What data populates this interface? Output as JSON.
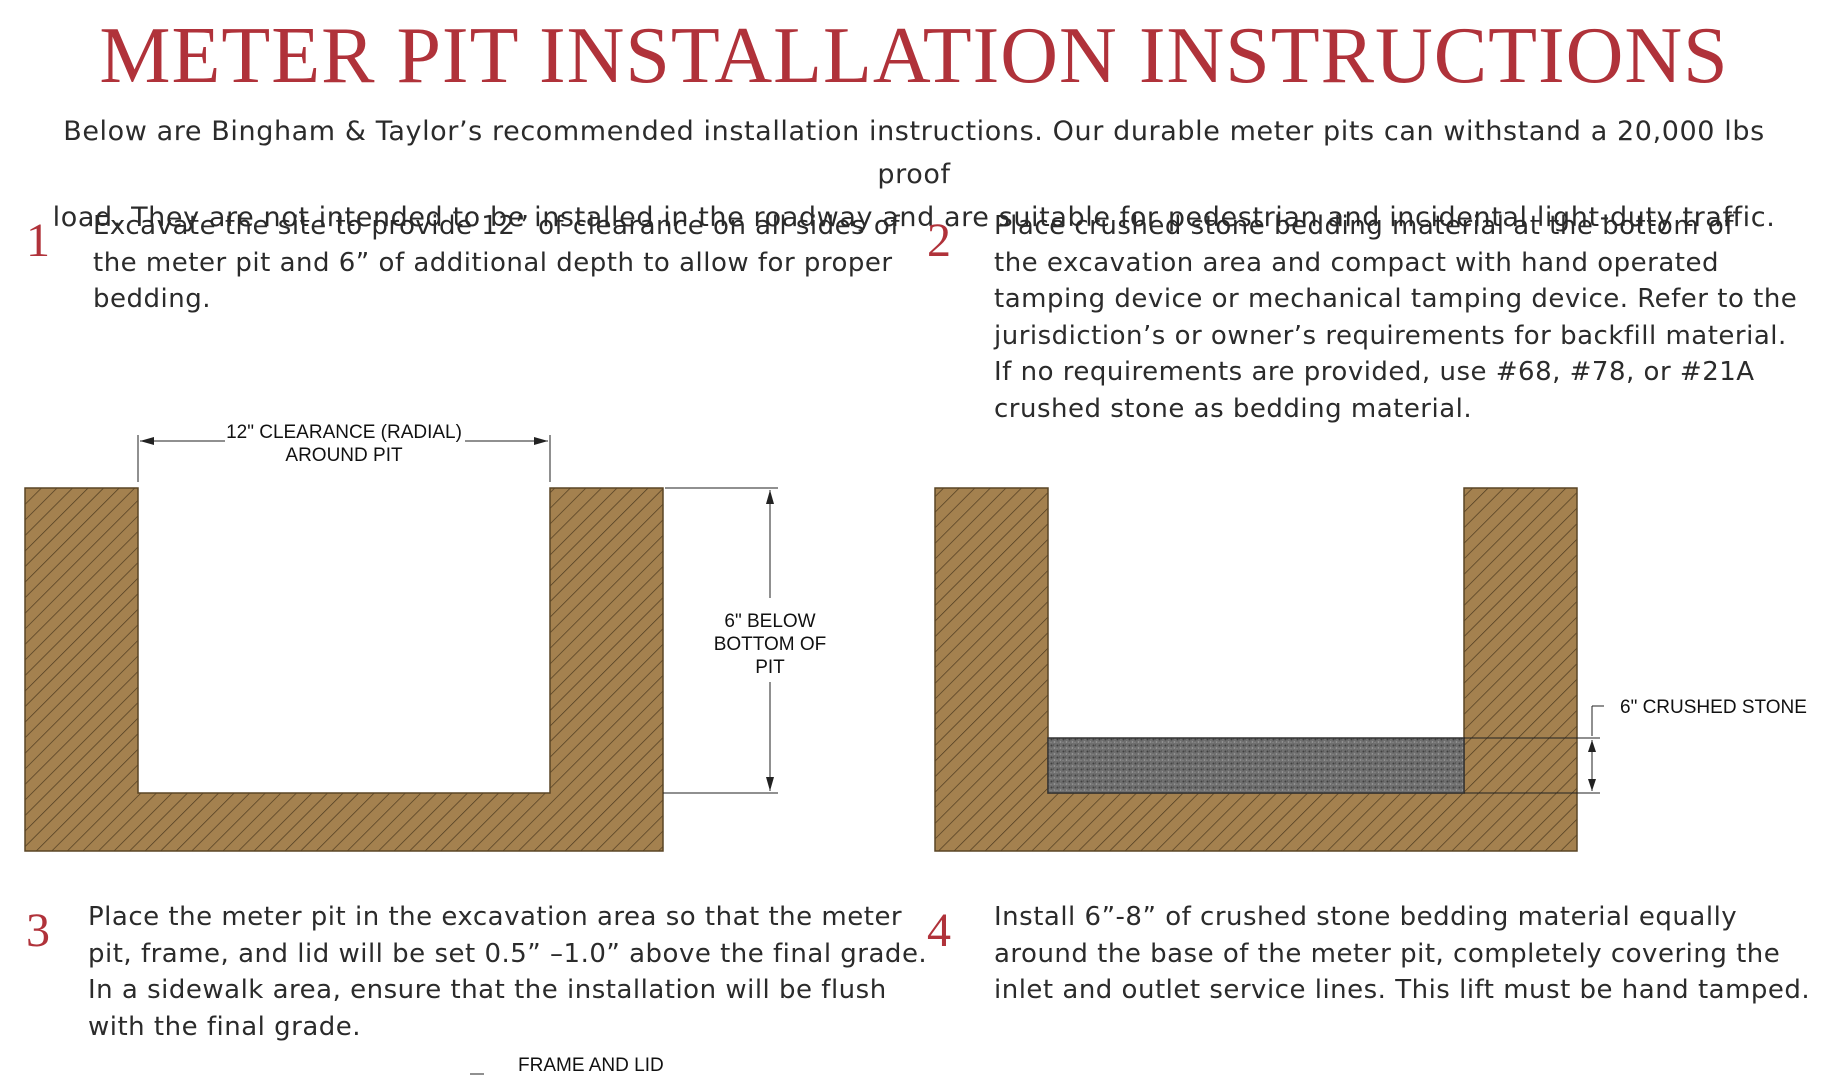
{
  "title": "METER PIT INSTALLATION INSTRUCTIONS",
  "intro": {
    "line1": "Below are Bingham & Taylor’s recommended installation instructions. Our durable meter pits can withstand a 20,000 lbs proof",
    "line2": "load. They are not intended to be installed in the roadway and are suitable for pedestrian and incidental light-duty traffic."
  },
  "steps": [
    {
      "number": "1",
      "lines": [
        "Excavate the site to provide 12” of clearance on all sides of",
        "the meter pit and 6” of additional depth to allow for proper",
        "bedding."
      ]
    },
    {
      "number": "2",
      "lines": [
        "Place crushed stone bedding material at the bottom of",
        "the excavation area and compact with hand operated",
        "tamping device or mechanical tamping device.  Refer to the",
        "jurisdiction’s or owner’s requirements for backfill material.",
        "If no requirements are provided, use #68, #78, or #21A",
        "crushed stone as bedding material."
      ]
    },
    {
      "number": "3",
      "lines": [
        "Place the meter pit in the excavation area so that the meter",
        "pit, frame, and lid will be set 0.5” –1.0” above the final grade.",
        "In a sidewalk area, ensure that the installation will be flush",
        "with the final grade."
      ]
    },
    {
      "number": "4",
      "lines": [
        "Install 6”-8” of crushed stone bedding material equally",
        "around the base of the meter pit, completely covering the",
        "inlet and outlet service lines.  This lift must be hand tamped."
      ]
    }
  ],
  "diagram1": {
    "clearance_line1": "12\" CLEARANCE (RADIAL)",
    "clearance_line2": "AROUND PIT",
    "depth_line1": "6\" BELOW",
    "depth_line2": "BOTTOM OF",
    "depth_line3": "PIT"
  },
  "diagram2": {
    "stone_label": "6\" CRUSHED STONE"
  },
  "diagram3": {
    "frame_label": "FRAME AND LID"
  },
  "colors": {
    "accent": "#b0323a",
    "soil": "#a4814f",
    "stone": "#6f6f6f",
    "text": "#2b2b2b"
  }
}
